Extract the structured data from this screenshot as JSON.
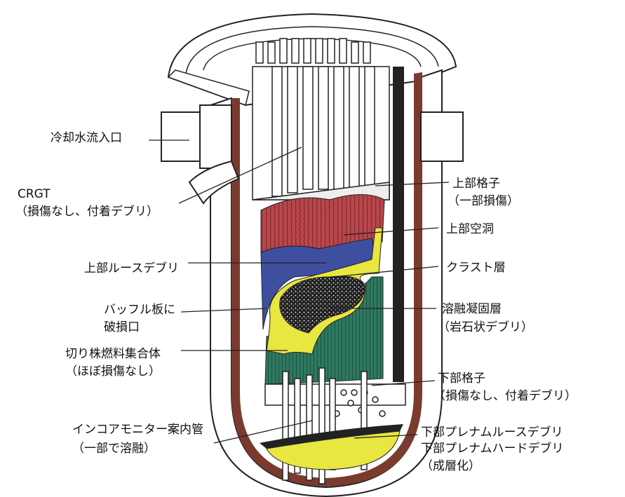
{
  "left_labels": {
    "inlet": "冷却水流入口",
    "crgt": "CRGT",
    "crgt_note": "（損傷なし、付着デブリ）",
    "upper_loose": "上部ルースデブリ",
    "baffle_1": "バッフル板に",
    "baffle_2": "破損口",
    "stub": "切り株燃料集合体",
    "stub_note": "（ほぼ損傷なし）",
    "incore": "インコアモニター案内管",
    "incore_note": "（一部で溶融）"
  },
  "right_labels": {
    "upper_grid": "上部格子",
    "upper_grid_note": "（一部損傷）",
    "upper_cavity": "上部空洞",
    "crust": "クラスト層",
    "molten": "溶融凝固層",
    "molten_note": "（岩石状デブリ）",
    "lower_grid": "下部格子",
    "lower_grid_note": "（損傷なし、付着デブリ）",
    "lp_loose": "下部プレナムルースデブリ",
    "lp_hard": "下部プレナムハードデブリ",
    "lp_note": "（成層化）"
  },
  "colors": {
    "vessel_wall": "#7a3b2e",
    "upper_debris_red": "#b8474c",
    "loose_debris_blue": "#3f4fa0",
    "crust_yellow": "#e8e640",
    "stub_green": "#2f7a62",
    "molten_black": "#222222"
  }
}
